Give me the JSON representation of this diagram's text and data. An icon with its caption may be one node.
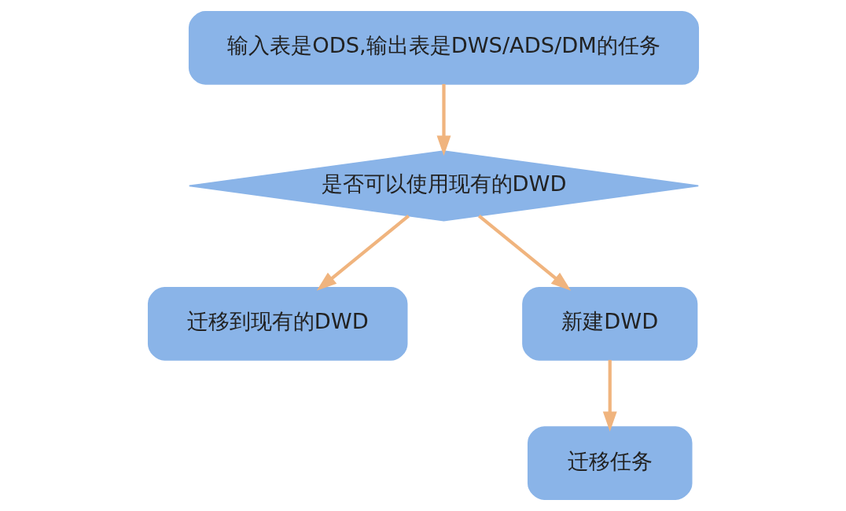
{
  "diagram": {
    "nodes": [
      {
        "text": [
          "输入表是ODS,输出表是DWS/ADS/DM的任务"
        ]
      },
      {
        "text": [
          "是否可以使用现有的DWD"
        ]
      },
      {
        "text": [
          "迁移到现有的DWD"
        ]
      },
      {
        "text": [
          "新建DWD"
        ]
      },
      {
        "text": [
          "迁移任务"
        ]
      }
    ],
    "edges": [
      {
        "from": 0,
        "to": 1,
        "arrow": "to"
      },
      {
        "from": 1,
        "to": 2,
        "arrow": "to"
      },
      {
        "from": 1,
        "to": 3,
        "arrow": "to"
      },
      {
        "from": 3,
        "to": 4,
        "arrow": "to"
      }
    ]
  }
}
